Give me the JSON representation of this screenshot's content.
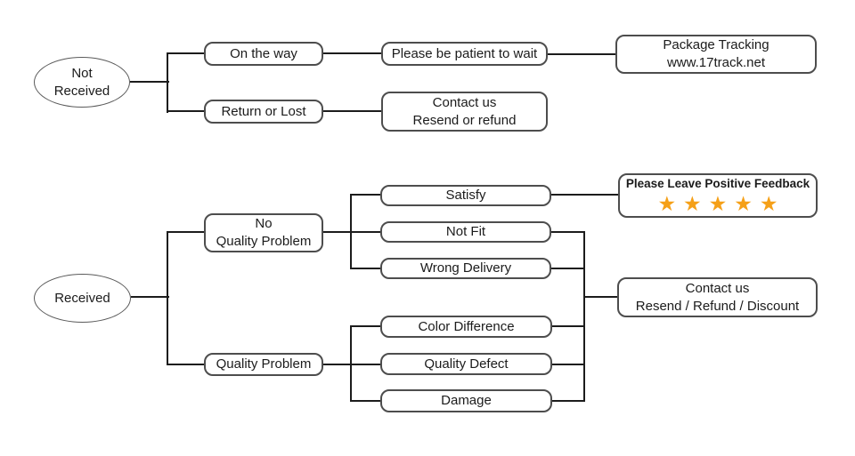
{
  "colors": {
    "star_orange": "#F5A018",
    "line": "#1c1c1c",
    "box_border": "#4d4d4d",
    "background": "#ffffff"
  },
  "nodes": {
    "not_received": "Not\nReceived",
    "on_the_way": "On the way",
    "return_or_lost": "Return or Lost",
    "be_patient": "Please be patient to wait",
    "package_tracking": "Package Tracking\nwww.17track.net",
    "contact_resend_refund": "Contact us\nResend or refund",
    "received": "Received",
    "no_quality_problem": "No\nQuality Problem",
    "quality_problem": "Quality Problem",
    "satisfy": "Satisfy",
    "not_fit": "Not Fit",
    "wrong_delivery": "Wrong Delivery",
    "feedback_title": "Please Leave Positive Feedback",
    "feedback_stars": "★★★★★",
    "contact_resend_refund_discount": "Contact us\nResend / Refund / Discount",
    "color_difference": "Color Difference",
    "quality_defect": "Quality Defect",
    "damage": "Damage"
  },
  "edges": [
    {
      "from": "not_received",
      "to": "on_the_way"
    },
    {
      "from": "not_received",
      "to": "return_or_lost"
    },
    {
      "from": "on_the_way",
      "to": "be_patient"
    },
    {
      "from": "be_patient",
      "to": "package_tracking"
    },
    {
      "from": "return_or_lost",
      "to": "contact_resend_refund"
    },
    {
      "from": "received",
      "to": "no_quality_problem"
    },
    {
      "from": "received",
      "to": "quality_problem"
    },
    {
      "from": "no_quality_problem",
      "to": "satisfy"
    },
    {
      "from": "no_quality_problem",
      "to": "not_fit"
    },
    {
      "from": "no_quality_problem",
      "to": "wrong_delivery"
    },
    {
      "from": "satisfy",
      "to": "positive_feedback"
    },
    {
      "from": "not_fit",
      "to": "contact_resend_refund_discount"
    },
    {
      "from": "wrong_delivery",
      "to": "contact_resend_refund_discount"
    },
    {
      "from": "quality_problem",
      "to": "color_difference"
    },
    {
      "from": "quality_problem",
      "to": "quality_defect"
    },
    {
      "from": "quality_problem",
      "to": "damage"
    },
    {
      "from": "color_difference",
      "to": "contact_resend_refund_discount"
    },
    {
      "from": "quality_defect",
      "to": "contact_resend_refund_discount"
    },
    {
      "from": "damage",
      "to": "contact_resend_refund_discount"
    }
  ]
}
